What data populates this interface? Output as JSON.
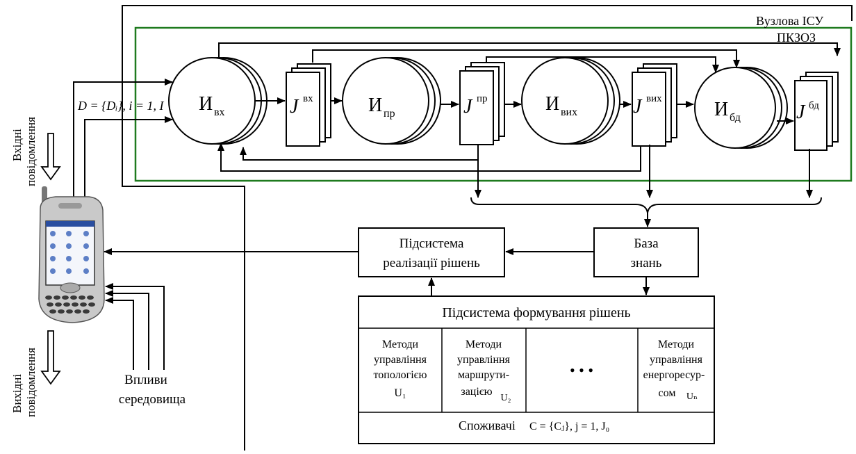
{
  "node_title_line1": "Вузлова ІСУ",
  "node_title_line2": "ПКЗОЗ",
  "input_set": "D = {Dᵢ}, i = 1, I",
  "processors": [
    {
      "main": "И",
      "sub": "вх"
    },
    {
      "main": "И",
      "sub": "пр"
    },
    {
      "main": "И",
      "sub": "вих"
    },
    {
      "main": "И",
      "sub": "бд"
    }
  ],
  "stores": [
    {
      "main": "J",
      "sup": "вх"
    },
    {
      "main": "J",
      "sup": "пр"
    },
    {
      "main": "J",
      "sup": "вих"
    },
    {
      "main": "J",
      "sup": "бд"
    }
  ],
  "incoming_messages": [
    "Вхідні",
    "повідомлення"
  ],
  "outgoing_messages": [
    "Вихідні",
    "повідомлення"
  ],
  "environment_influences": [
    "Впливи",
    "середовища"
  ],
  "implementation_subsystem": [
    "Підсистема",
    "реалізації рішень"
  ],
  "knowledge_base": [
    "База",
    "знань"
  ],
  "formation_subsystem": "Підсистема формування рішень",
  "methods": [
    {
      "lines": [
        "Методи",
        "управління",
        "топологією"
      ],
      "unit": "U₁"
    },
    {
      "lines": [
        "Методи",
        "управління",
        "маршрути-",
        "зацією"
      ],
      "unit": "U₂"
    },
    {
      "lines": [
        "•  •  •"
      ],
      "unit": ""
    },
    {
      "lines": [
        "Методи",
        "управління",
        "енергоресур-",
        "сом"
      ],
      "unit": "Uₙ"
    }
  ],
  "consumers": "Споживачі",
  "consumers_formula": "C = {Cⱼ}, j = 1, J₀",
  "colors": {
    "node_border": "#1e7a1e",
    "line": "#000000"
  }
}
